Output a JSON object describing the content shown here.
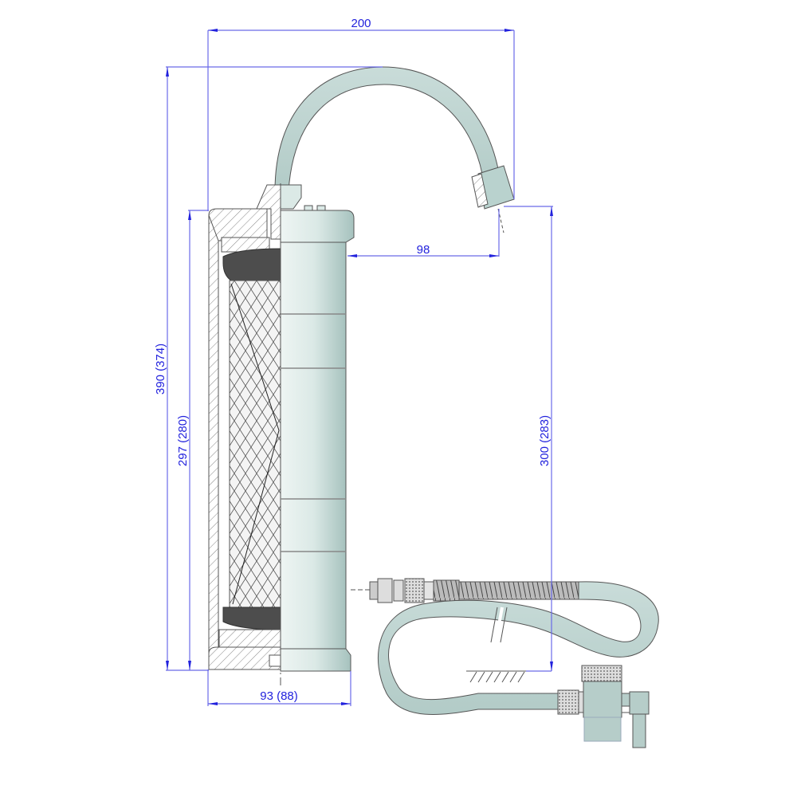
{
  "drawing": {
    "subject": "Countertop water filter with gooseneck spout, diverter valve and connection hose",
    "colors": {
      "dimension_line": "#6a6ae8",
      "dimension_text": "#2222dd",
      "body_fill": "#d6e6e3",
      "body_shade": "#a9c4c0",
      "cartridge_cap": "#4a4a4a",
      "outline": "#555555"
    },
    "dimensions": {
      "total_width": "200",
      "spout_reach": "98",
      "total_height": "390 (374)",
      "housing_height": "297 (280)",
      "spout_height": "300 (283)",
      "housing_diameter": "93 (88)"
    }
  }
}
